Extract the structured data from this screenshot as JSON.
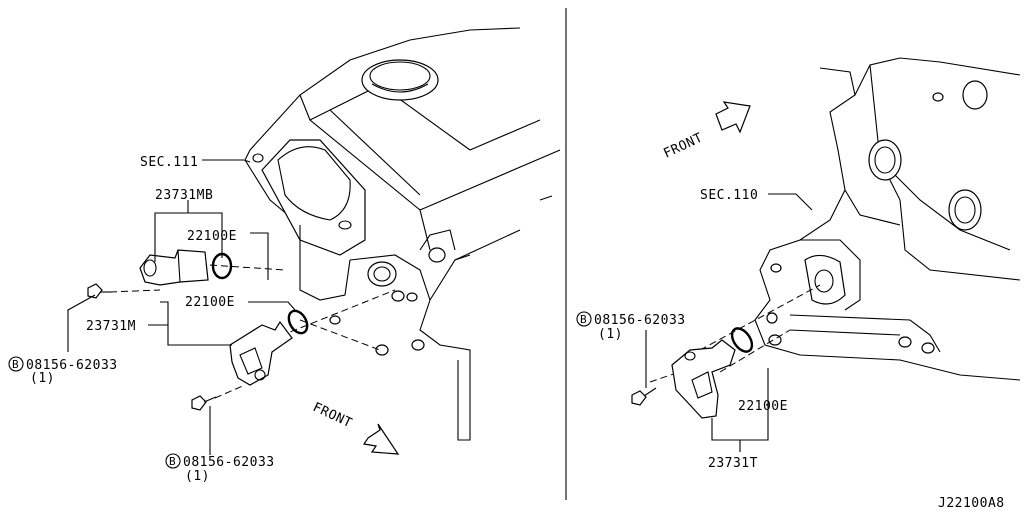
{
  "left_panel": {
    "labels": {
      "sec_ref": "SEC.111",
      "sensor_mb": "23731MB",
      "oring_upper": "22100E",
      "oring_lower": "22100E",
      "sensor_m": "23731M",
      "bolt_upper_code": "08156-62033",
      "bolt_upper_qty": "(1)",
      "bolt_lower_code": "08156-62033",
      "bolt_lower_qty": "(1)",
      "front": "FRONT",
      "bolt_symbol": "B"
    }
  },
  "right_panel": {
    "labels": {
      "sec_ref": "SEC.110",
      "front": "FRONT",
      "bolt_code": "08156-62033",
      "bolt_qty": "(1)",
      "oring": "22100E",
      "sensor_t": "23731T",
      "bolt_symbol": "B"
    }
  },
  "footer": {
    "diagram_id": "J22100A8"
  }
}
